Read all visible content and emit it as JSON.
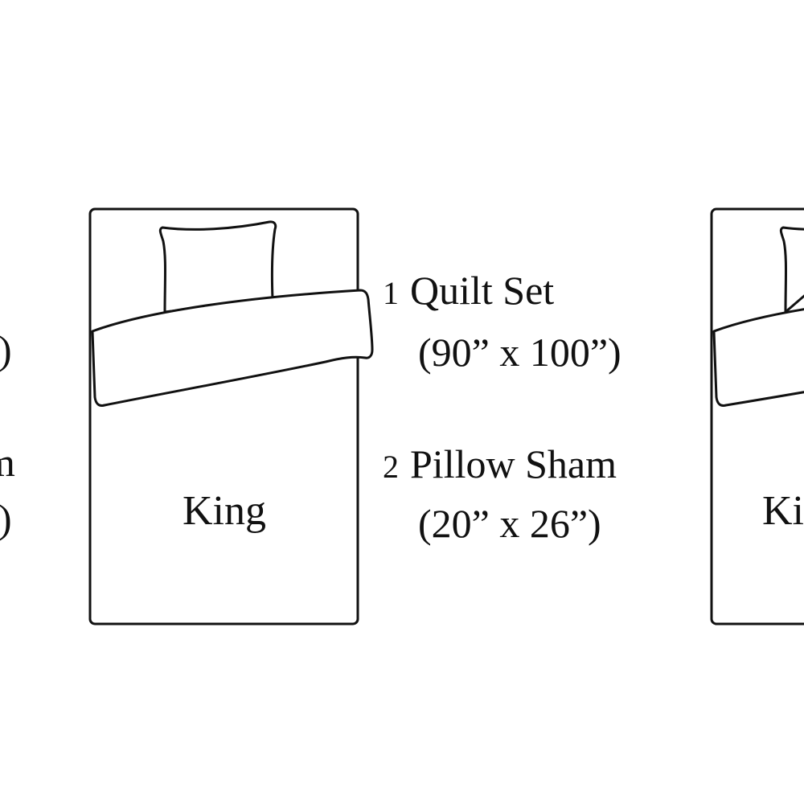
{
  "left_partial": {
    "text_line1": "m",
    "paren_top": ")",
    "paren_bottom": ")"
  },
  "main_bed": {
    "size_label": "King"
  },
  "specs": [
    {
      "qty": "1",
      "item": "Quilt Set",
      "dimensions": "(90” x 100”)"
    },
    {
      "qty": "2",
      "item": "Pillow Sham",
      "dimensions": "(20” x 26”)"
    }
  ],
  "right_bed": {
    "size_label": "King"
  },
  "colors": {
    "background": "#ffffff",
    "line": "#111111"
  }
}
